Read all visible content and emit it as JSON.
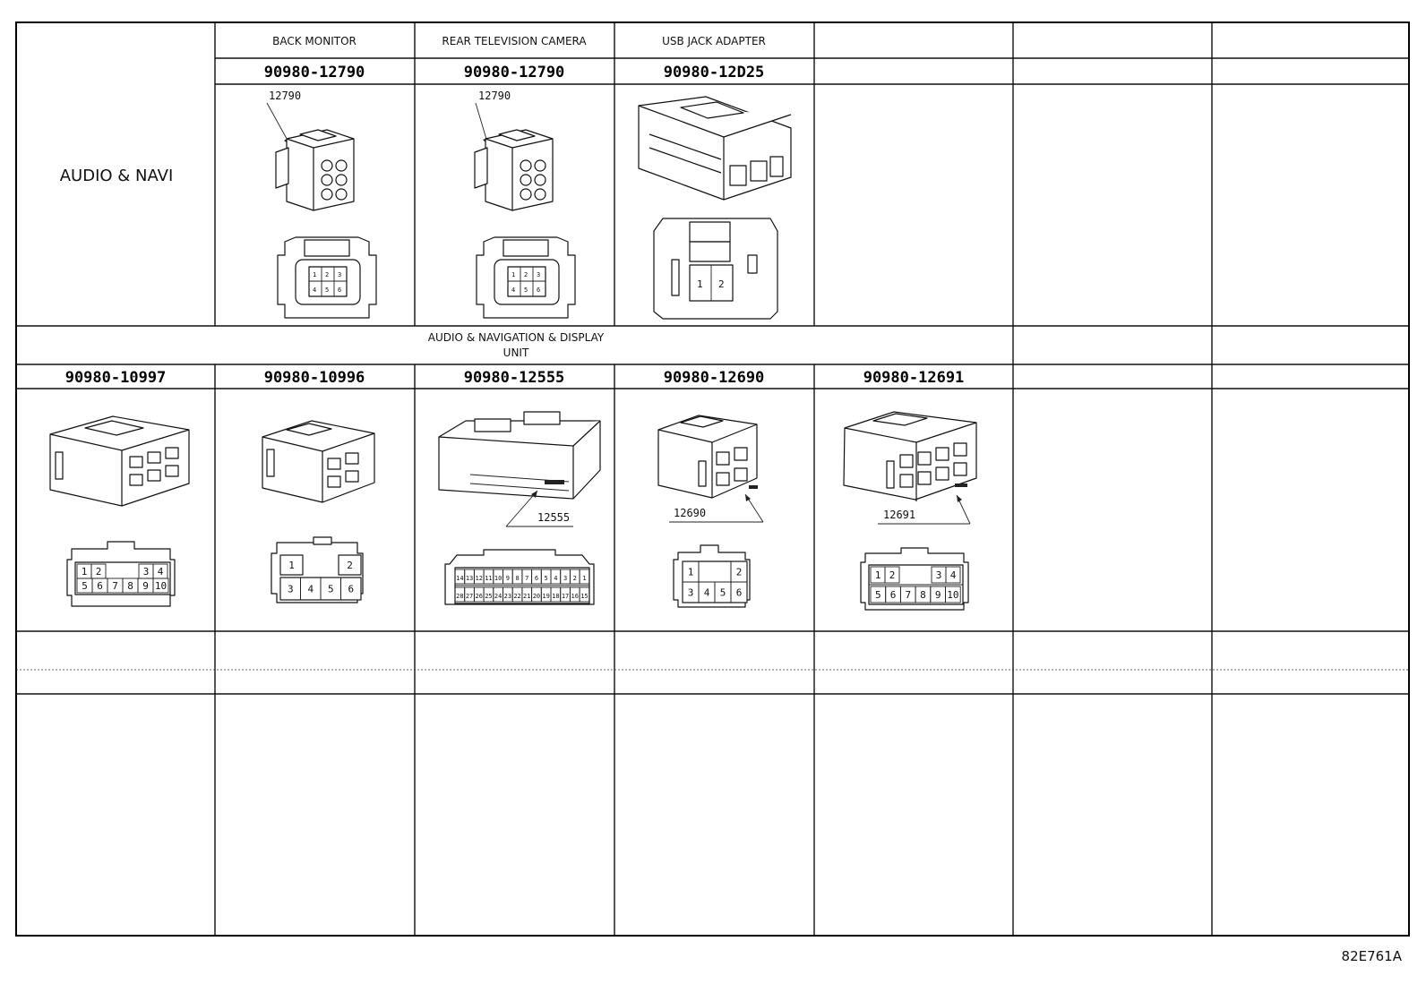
{
  "section_label": "AUDIO & NAVI",
  "row1": {
    "headers": [
      "BACK MONITOR",
      "REAR TELEVISION CAMERA",
      "USB JACK ADAPTER"
    ],
    "part_numbers": [
      "90980-12790",
      "90980-12790",
      "90980-12D25"
    ],
    "callouts": [
      "12790",
      "12790"
    ]
  },
  "row2": {
    "header_line1": "AUDIO & NAVIGATION & DISPLAY",
    "header_line2": "UNIT",
    "part_numbers": [
      "90980-10997",
      "90980-10996",
      "90980-12555",
      "90980-12690",
      "90980-12691"
    ],
    "callouts": [
      "12555",
      "12690",
      "12691"
    ]
  },
  "pins": {
    "back_monitor": [
      "1",
      "2",
      "3",
      "4",
      "5",
      "6"
    ],
    "usb": [
      "1",
      "2"
    ],
    "c10997": [
      "1",
      "2",
      "3",
      "4",
      "5",
      "6",
      "7",
      "8",
      "9",
      "10"
    ],
    "c10996": [
      "1",
      "2",
      "3",
      "4",
      "5",
      "6"
    ],
    "c12690": [
      "1",
      "2",
      "3",
      "4",
      "5",
      "6"
    ],
    "c12691": [
      "1",
      "2",
      "3",
      "4",
      "5",
      "6",
      "7",
      "8",
      "9",
      "10"
    ],
    "c12555_top": [
      "14",
      "13",
      "12",
      "11",
      "10",
      "9",
      "8",
      "7",
      "6",
      "5",
      "4",
      "3",
      "2",
      "1"
    ],
    "c12555_bottom": [
      "28",
      "27",
      "26",
      "25",
      "24",
      "23",
      "22",
      "21",
      "20",
      "19",
      "18",
      "17",
      "16",
      "15"
    ]
  },
  "drawing_code": "82E761A"
}
